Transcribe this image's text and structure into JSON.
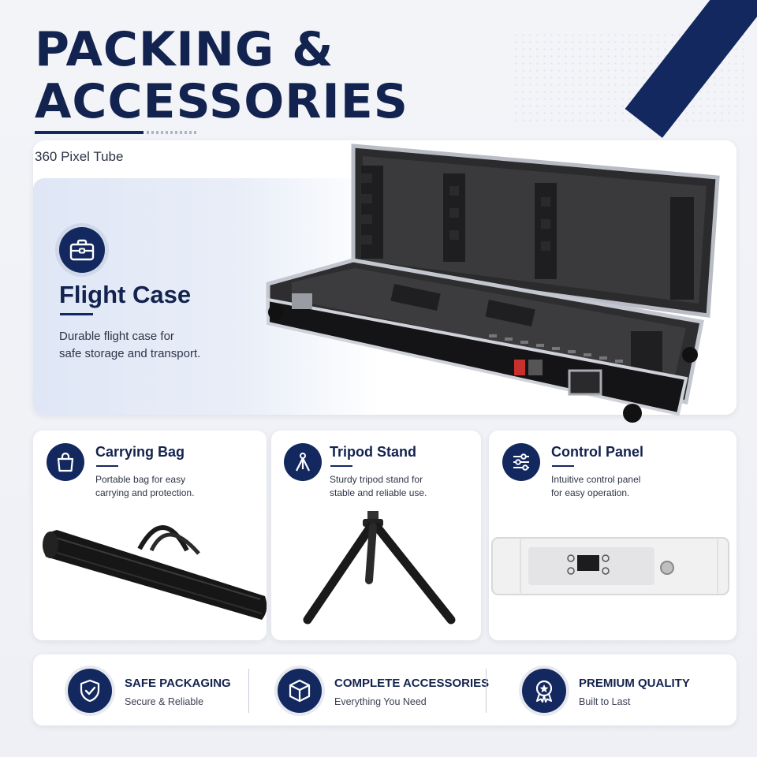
{
  "header": {
    "title_line1": "PACKING &",
    "title_line2": "ACCESSORIES",
    "subtitle": "360 Pixel Tube"
  },
  "flight_case": {
    "title": "Flight Case",
    "desc_line1": "Durable flight case for",
    "desc_line2": "safe storage and transport.",
    "icon": "briefcase-icon"
  },
  "cards": [
    {
      "title": "Carrying Bag",
      "desc_line1": "Portable bag for easy",
      "desc_line2": "carrying and protection.",
      "icon": "bag-icon"
    },
    {
      "title": "Tripod Stand",
      "desc_line1": "Sturdy tripod stand for",
      "desc_line2": "stable and reliable use.",
      "icon": "tripod-icon"
    },
    {
      "title": "Control Panel",
      "desc_line1": "Intuitive control panel",
      "desc_line2": "for easy operation.",
      "icon": "sliders-icon"
    }
  ],
  "features": [
    {
      "title": "SAFE PACKAGING",
      "sub": "Secure & Reliable",
      "icon": "shield-check-icon"
    },
    {
      "title": "COMPLETE ACCESSORIES",
      "sub": "Everything You Need",
      "icon": "box-icon"
    },
    {
      "title": "PREMIUM QUALITY",
      "sub": "Built to Last",
      "icon": "award-badge-icon"
    }
  ],
  "colors": {
    "navy": "#13285f",
    "text": "#2e3447",
    "card": "#ffffff"
  }
}
